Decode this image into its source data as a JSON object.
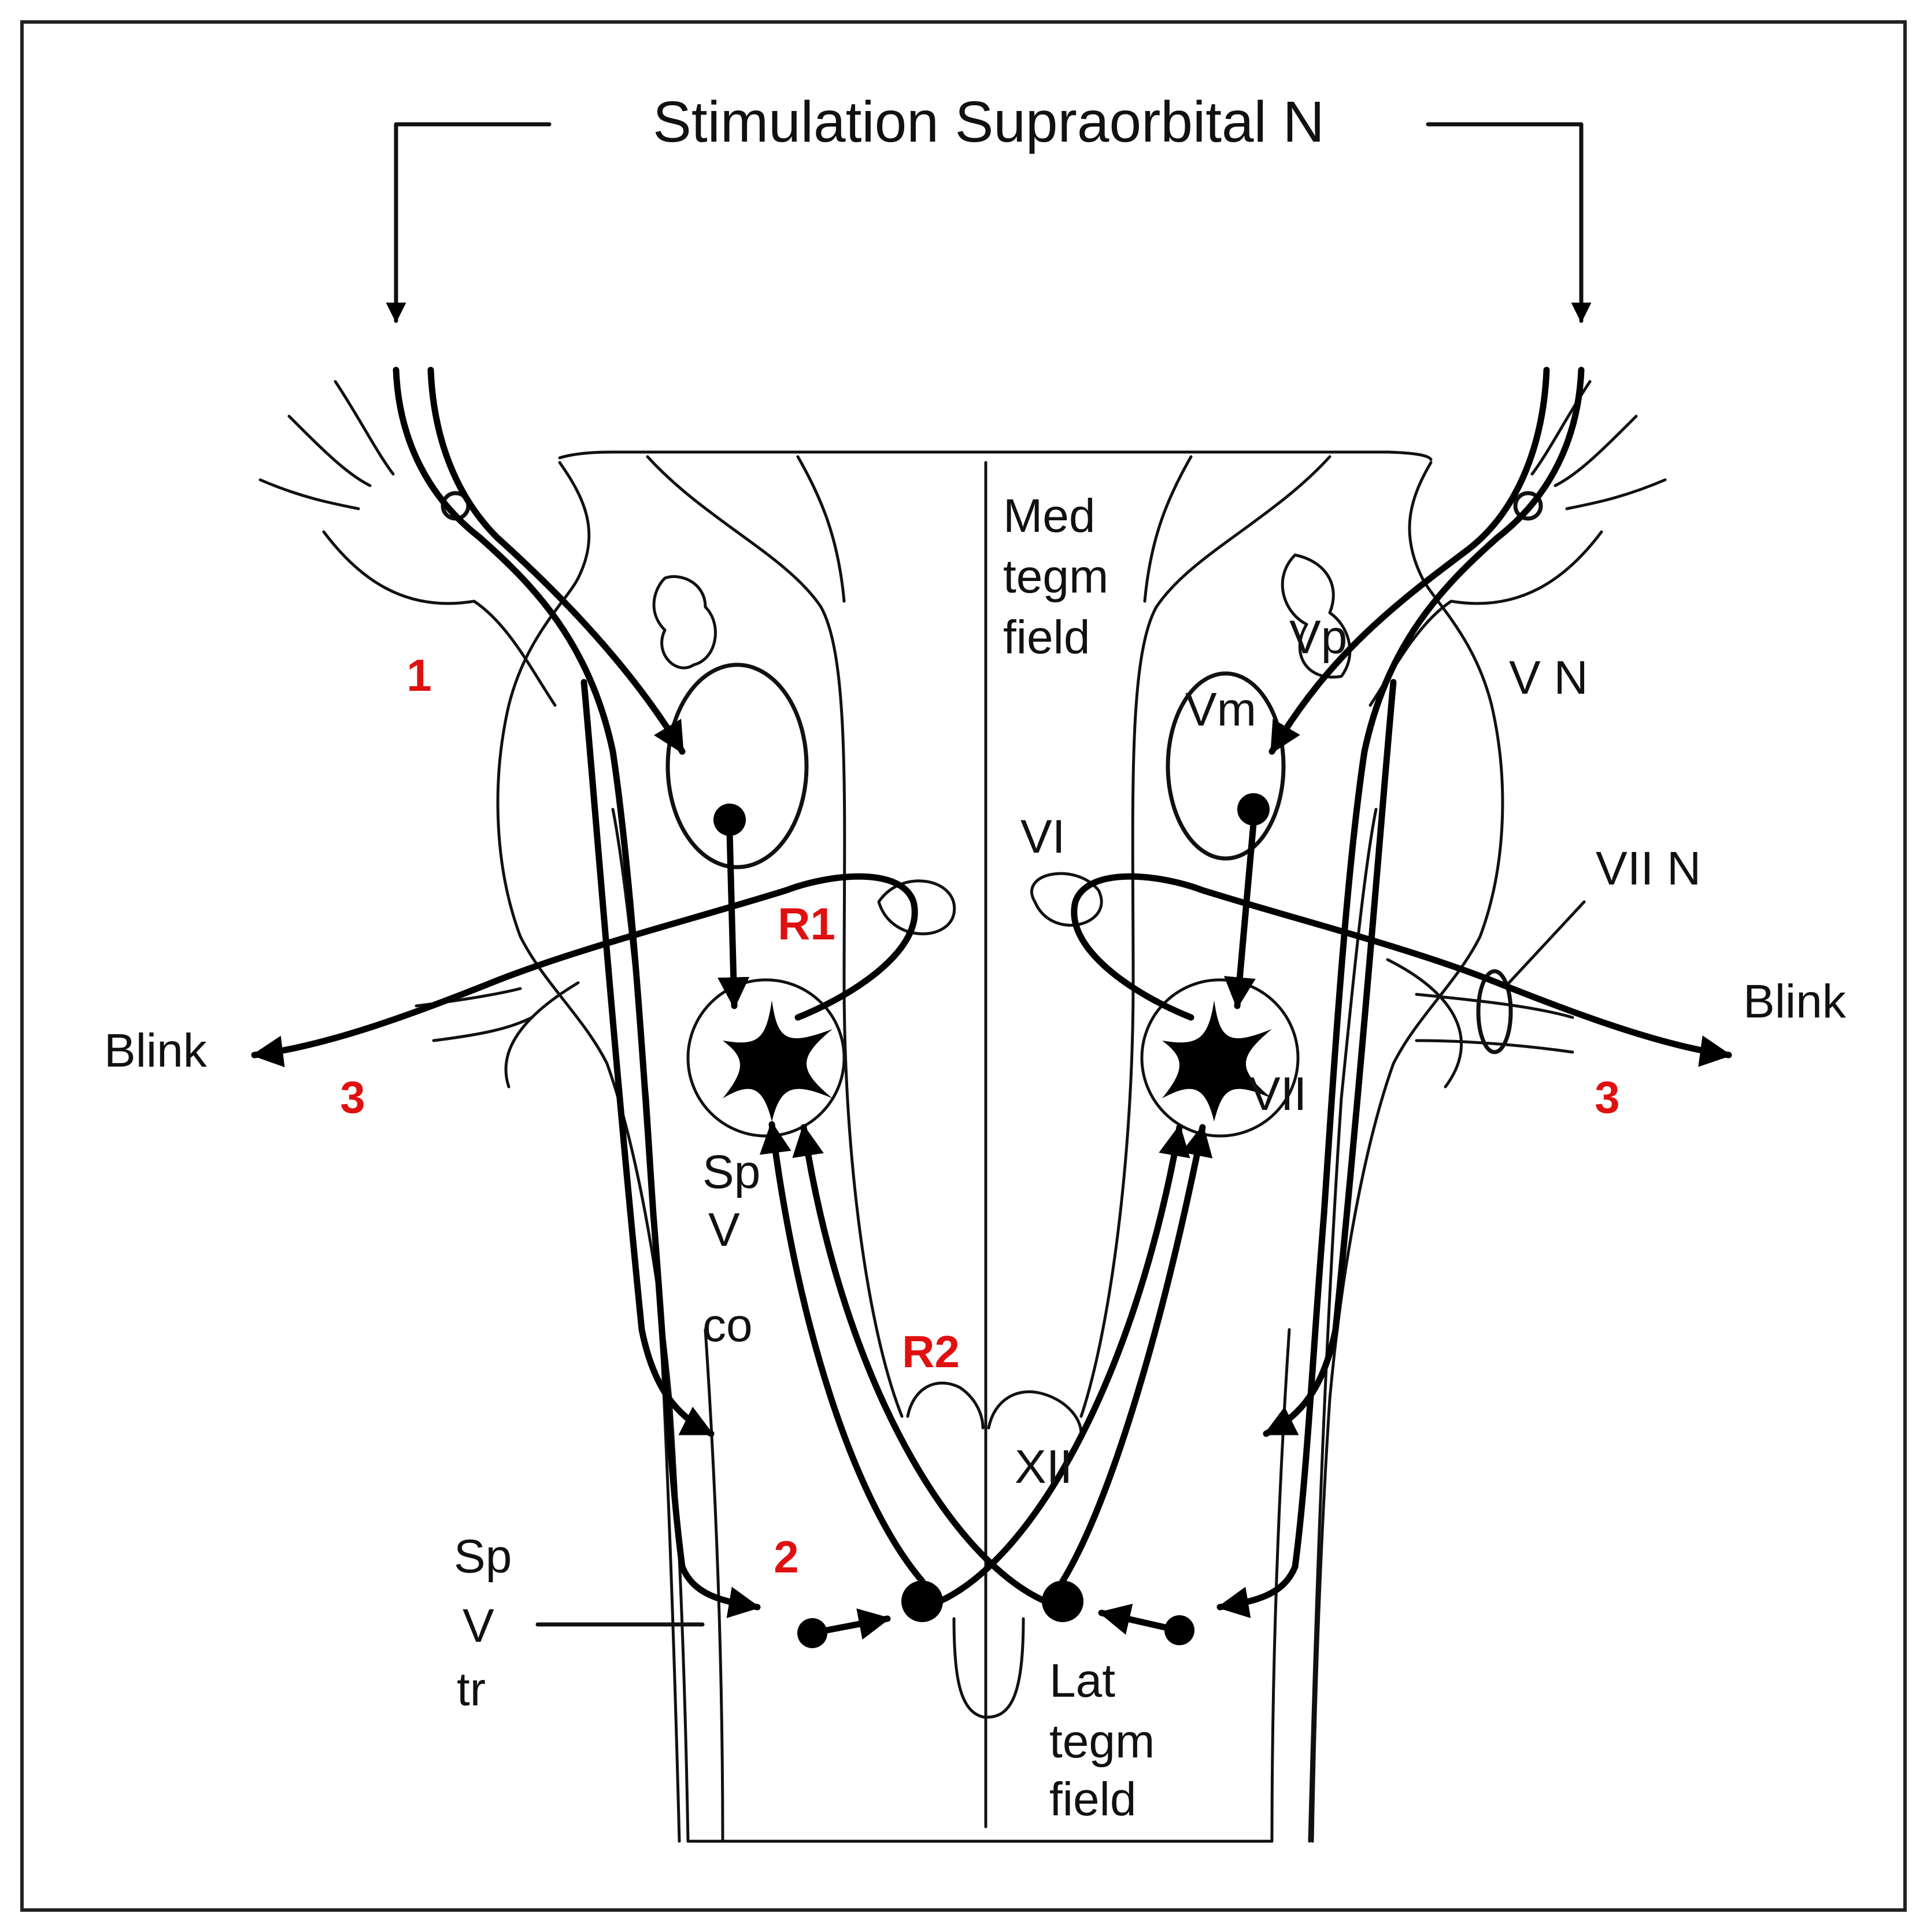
{
  "title": "Stimulation Supraorbital N",
  "labels": {
    "med_tegm_field": [
      "Med",
      "tegm",
      "field"
    ],
    "lat_tegm_field": [
      "Lat",
      "tegm",
      "field"
    ],
    "v_nerve": "V N",
    "vii_nerve": "VII N",
    "vp": "Vp",
    "vm": "Vm",
    "vi": "VI",
    "vii": "VII",
    "xii": "XII",
    "sp_v_co": [
      "Sp",
      "V",
      "co"
    ],
    "sp_v_tr": [
      "Sp",
      "V",
      "tr"
    ],
    "blink_left": "Blink",
    "blink_right": "Blink"
  },
  "markers": {
    "one": "1",
    "two": "2",
    "three_left": "3",
    "three_right": "3",
    "r1": "R1",
    "r2": "R2"
  },
  "colors": {
    "marker_red": "#e01010",
    "line": "#000000",
    "frame": "#222222"
  }
}
